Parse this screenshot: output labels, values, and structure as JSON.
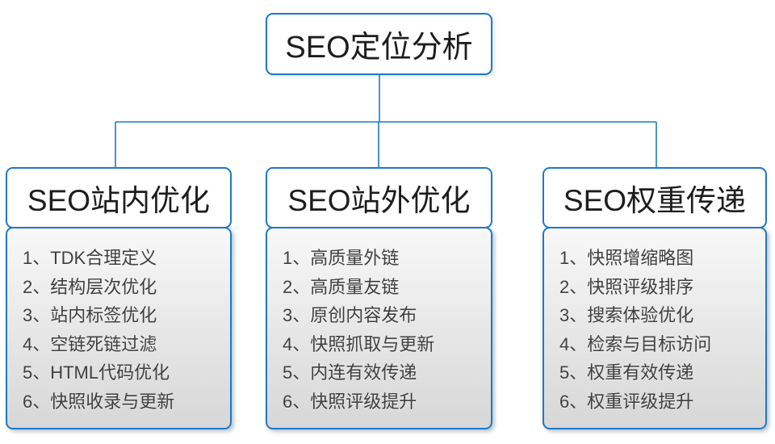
{
  "colors": {
    "accent": "#1e78c8",
    "box_bg": "#ffffff",
    "list_bg_top": "#f8f8f8",
    "list_bg_bottom": "#d7d7d7",
    "text": "#1d1d1d",
    "item_text": "#3f3f3f"
  },
  "root": {
    "title": "SEO定位分析"
  },
  "columns": [
    {
      "title": "SEO站内优化",
      "items": [
        "1、TDK合理定义",
        "2、结构层次优化",
        "3、站内标签优化",
        "4、空链死链过滤",
        "5、HTML代码优化",
        "6、快照收录与更新"
      ]
    },
    {
      "title": "SEO站外优化",
      "items": [
        "1、高质量外链",
        "2、高质量友链",
        "3、原创内容发布",
        "4、快照抓取与更新",
        "5、内连有效传递",
        "6、快照评级提升"
      ]
    },
    {
      "title": "SEO权重传递",
      "items": [
        "1、快照增缩略图",
        "2、快照评级排序",
        "3、搜索体验优化",
        "4、检索与目标访问",
        "5、权重有效传递",
        "6、权重评级提升"
      ]
    }
  ]
}
